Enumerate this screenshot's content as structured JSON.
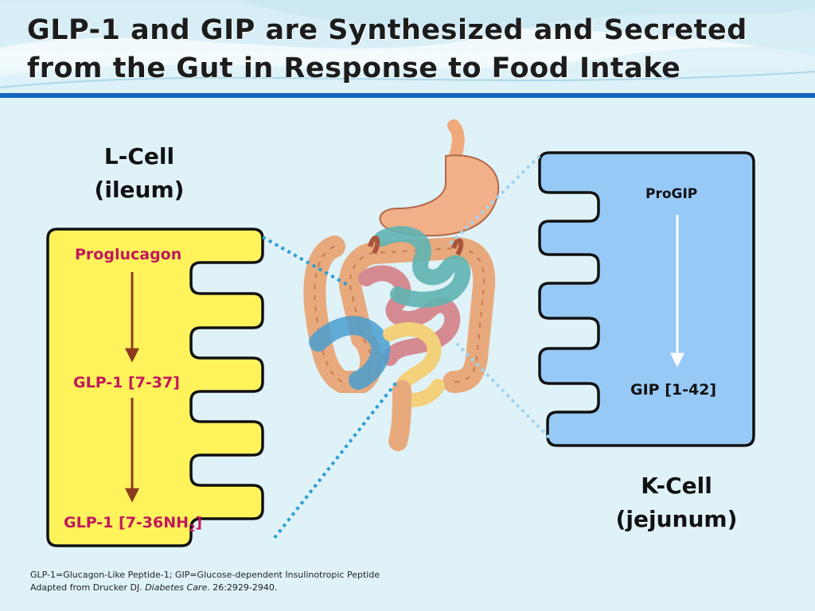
{
  "slide": {
    "title_line1": "GLP-1 and GIP are Synthesized and Secreted",
    "title_line2": "from the Gut in Response to Food Intake"
  },
  "l_cell": {
    "name": "L-Cell",
    "location": "(ileum)",
    "fill_color": "#fff35c",
    "steps": {
      "proglucagon": "Proglucagon",
      "glp1_737": "GLP-1 [7-37]",
      "glp1_736_prefix": "GLP-1 [7-36NH",
      "glp1_736_sub": "2",
      "glp1_736_suffix": "]"
    },
    "arrow_color": "#8b3a1f",
    "text_color": "#c2185b"
  },
  "k_cell": {
    "name": "K-Cell",
    "location": "(jejunum)",
    "fill_color": "#97c9f7",
    "steps": {
      "progip": "ProGIP",
      "gip": "GIP [1-42]"
    },
    "arrow_color": "#ffffff",
    "text_color": "#111111"
  },
  "footnote": {
    "line1": "GLP-1=Glucagon-Like Peptide-1; GIP=Glucose-dependent Insulinotropic Peptide",
    "line2_prefix": "Adapted from Drucker DJ. ",
    "line2_journal": "Diabetes Care",
    "line2_suffix": ". 26:2929-2940."
  },
  "colors": {
    "background": "#dff2f8",
    "accent_rule": "#1565c0",
    "connector": "#2a9fd6"
  }
}
